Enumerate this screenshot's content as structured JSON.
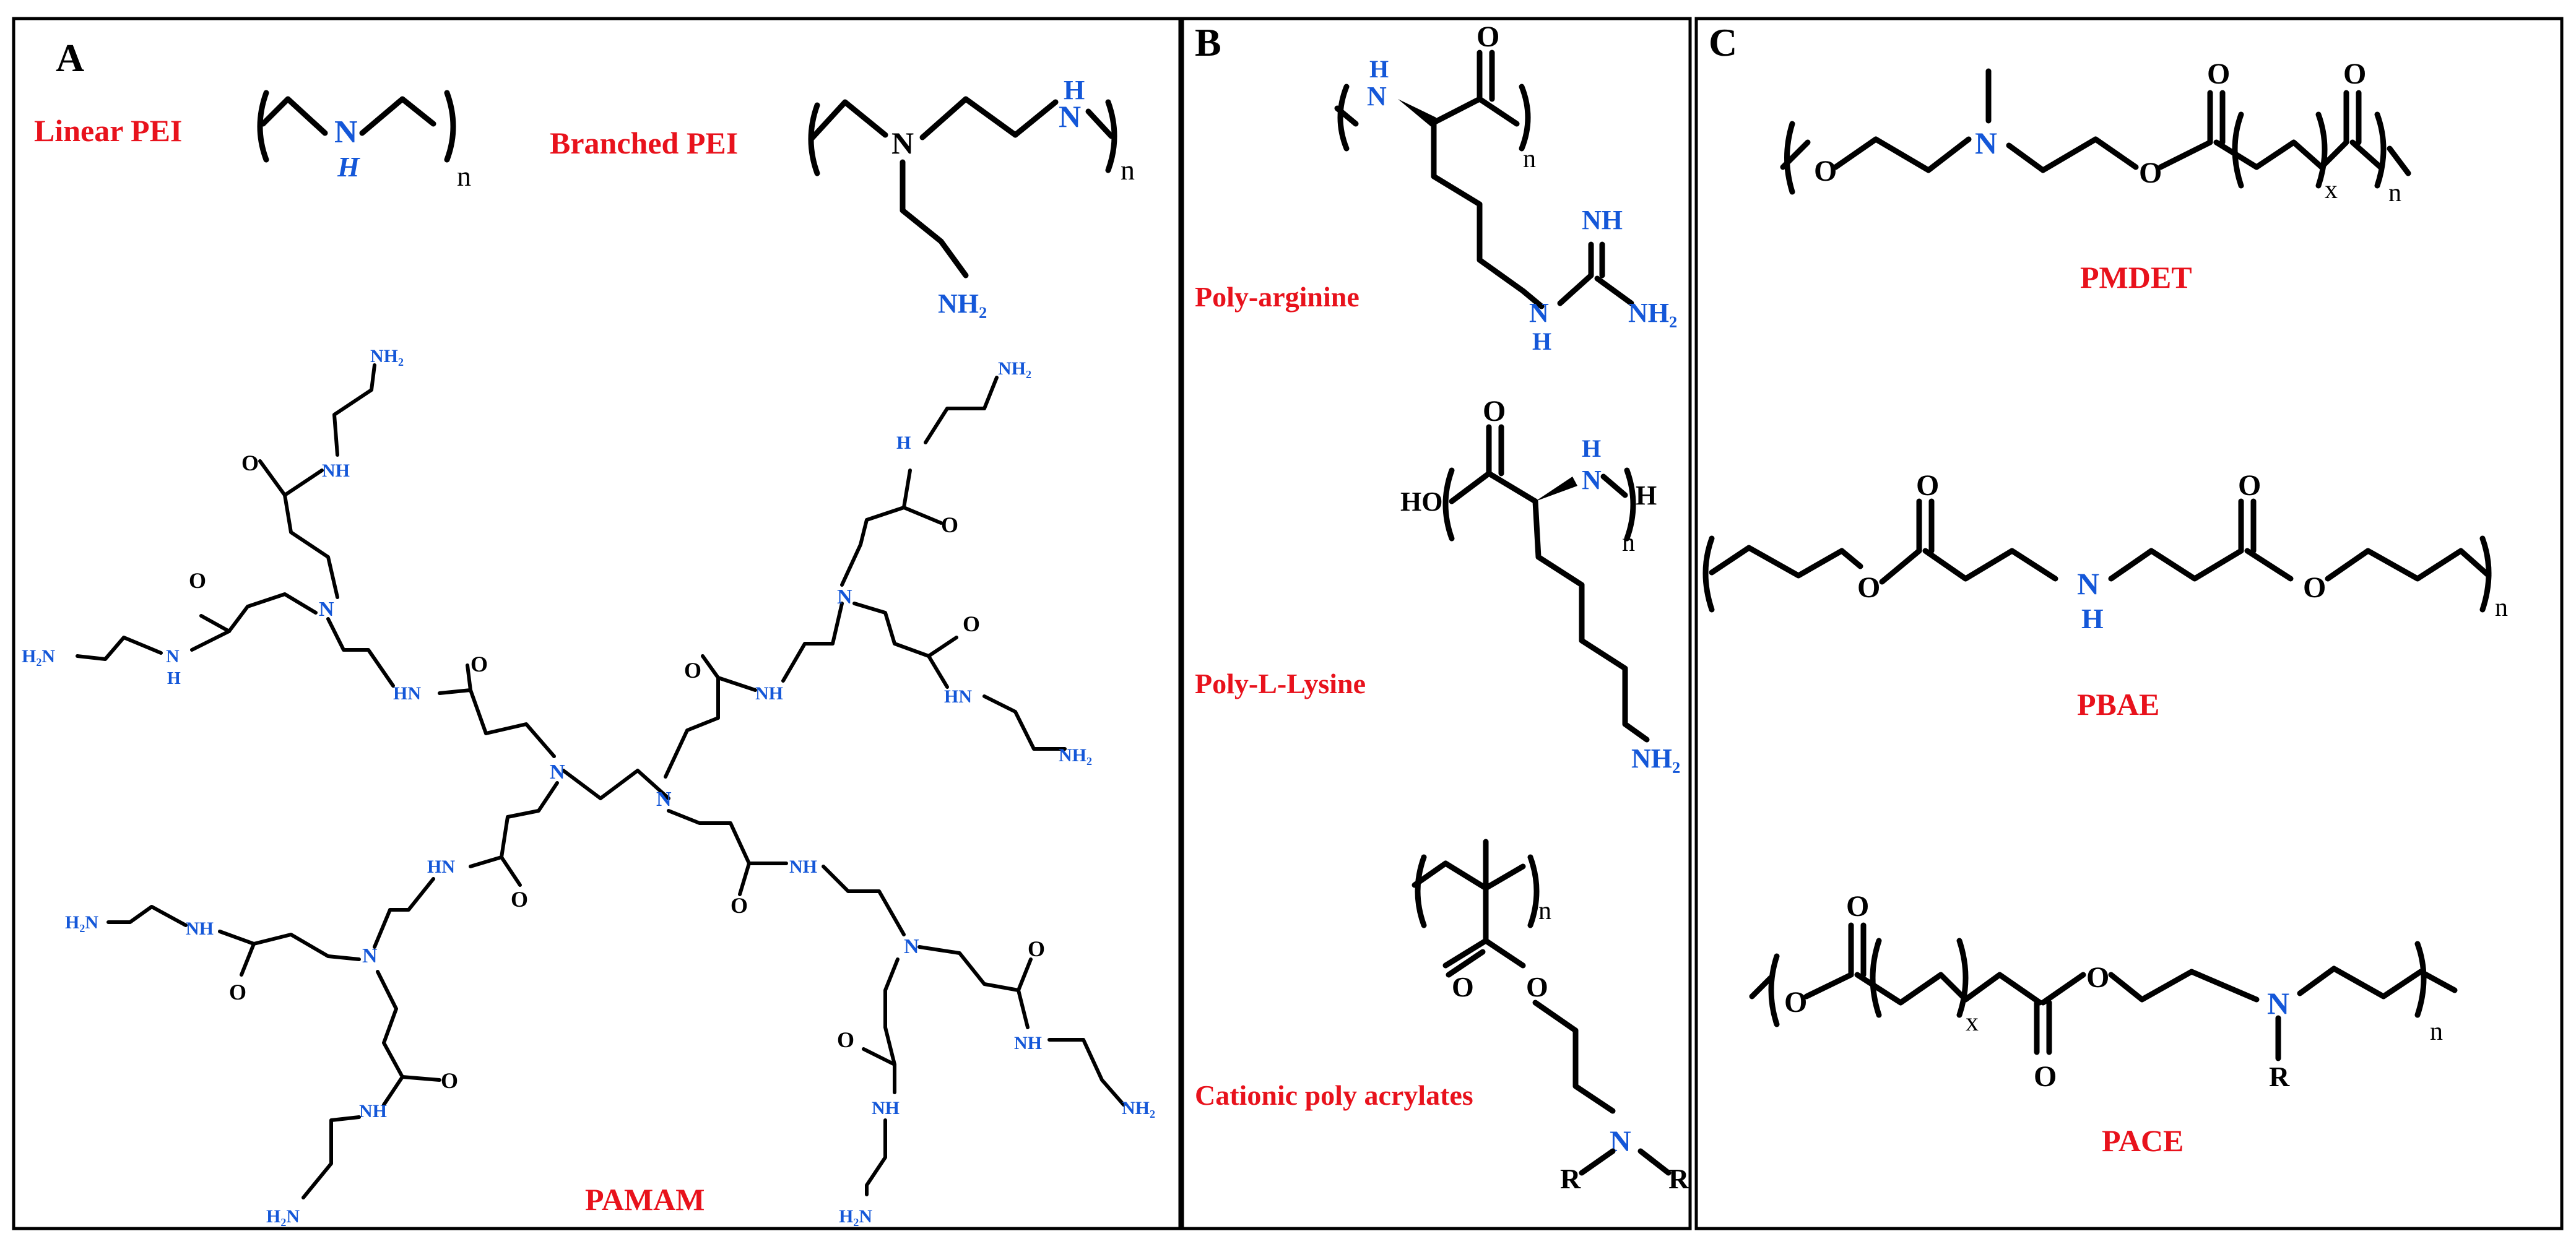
{
  "panels": {
    "a": {
      "letter": "A",
      "linear_pei": "Linear PEI",
      "branched_pei": "Branched PEI",
      "pamam": "PAMAM"
    },
    "b": {
      "letter": "B",
      "poly_arginine": "Poly-arginine",
      "poly_lysine": "Poly-L-Lysine",
      "cationic_polyacrylates": "Cationic poly acrylates"
    },
    "c": {
      "letter": "C",
      "pmdet": "PMDET",
      "pbae": "PBAE",
      "pace": "PACE"
    }
  },
  "atoms": {
    "n": "n",
    "x": "x",
    "N": "N",
    "H": "H",
    "NH": "NH",
    "HN": "HN",
    "NH2": "NH₂",
    "H2N": "H₂N",
    "O": "O",
    "HO": "HO",
    "R": "R"
  },
  "colors": {
    "label": "#e8121c",
    "heteroatom": "#1457d8",
    "bond": "#000000",
    "frame": "#000000"
  }
}
